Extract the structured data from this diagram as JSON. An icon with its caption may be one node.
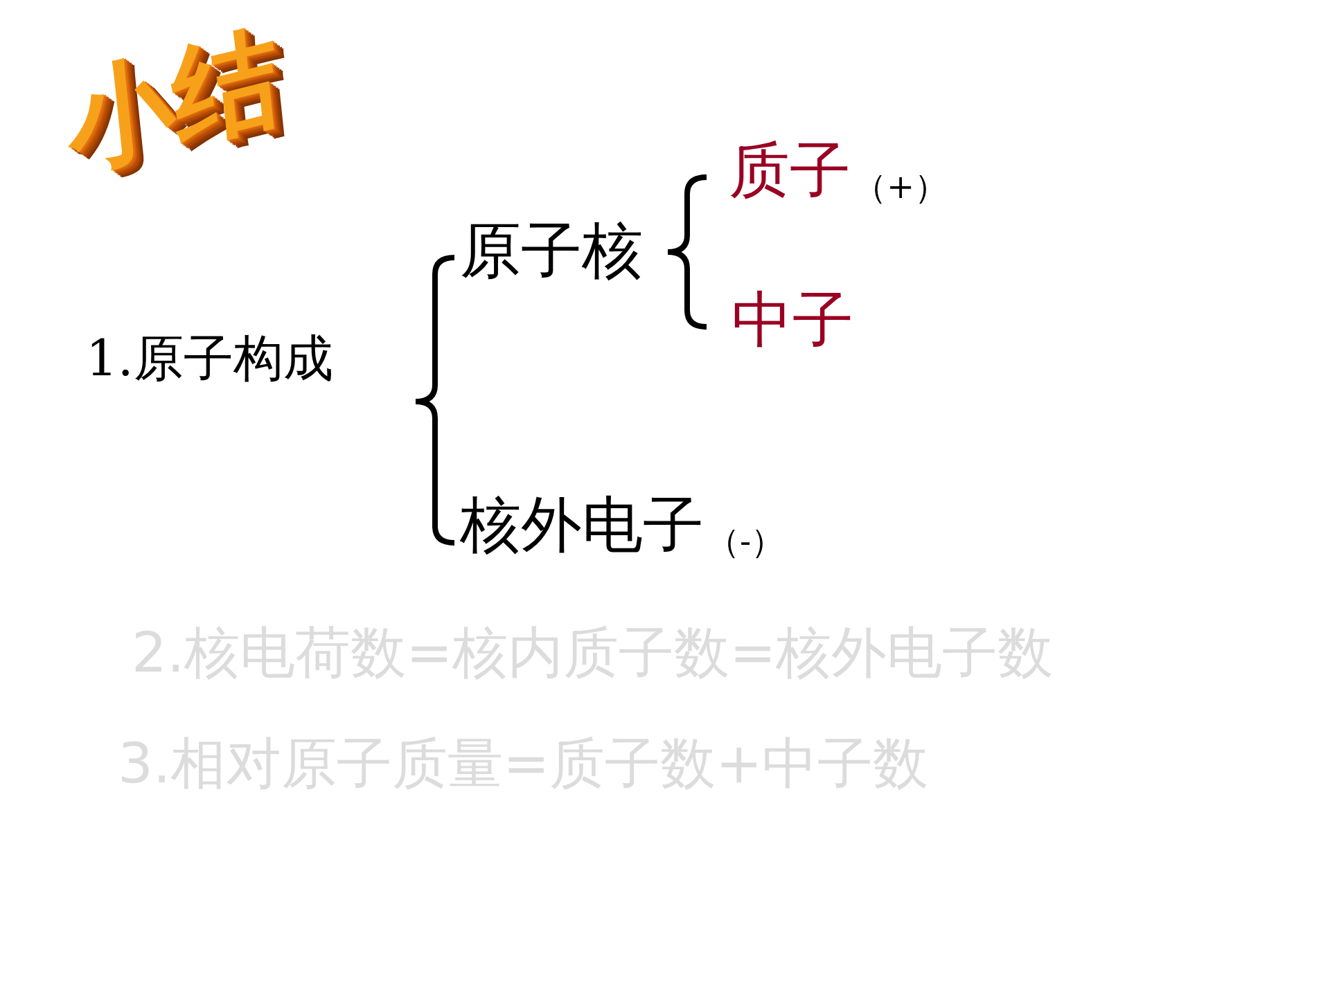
{
  "diagram": {
    "title": "小结",
    "nodes": [
      {
        "text": [
          "1.原子构成"
        ]
      },
      {
        "text": [
          "原子核"
        ]
      },
      {
        "text": [
          "核外电子"
        ],
        "beside": [
          "（-）"
        ]
      },
      {
        "text": [
          "质子"
        ],
        "beside": [
          "（+）"
        ]
      },
      {
        "text": [
          "中子"
        ]
      }
    ],
    "labels": [
      "2.核电荷数=核内质子数=核外电子数",
      "3.相对原子质量=质子数+中子数"
    ]
  }
}
